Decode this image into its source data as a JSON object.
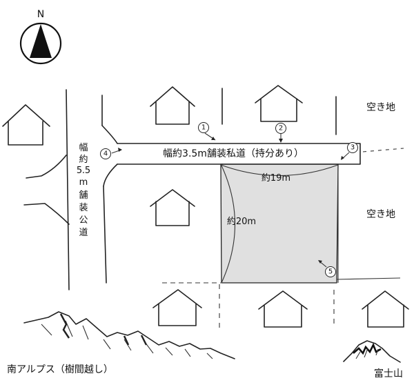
{
  "compass": {
    "label": "N"
  },
  "road_private": {
    "label": "幅約3.5m舗装私道（持分あり）"
  },
  "road_public": {
    "label_chars": [
      "幅",
      "約",
      "5",
      ".",
      "5",
      "m",
      "舗",
      "装",
      "公",
      "道"
    ]
  },
  "lot": {
    "width_label": "約19m",
    "depth_label": "約20m",
    "fill": "#e0e0e0"
  },
  "vacant_lots": [
    {
      "label": "空き地"
    },
    {
      "label": "空き地"
    }
  ],
  "view_markers": [
    "1",
    "2",
    "3",
    "4",
    "5"
  ],
  "landscape": {
    "alps_label": "南アルプス（樹間越し）",
    "fuji_label": "富士山"
  }
}
